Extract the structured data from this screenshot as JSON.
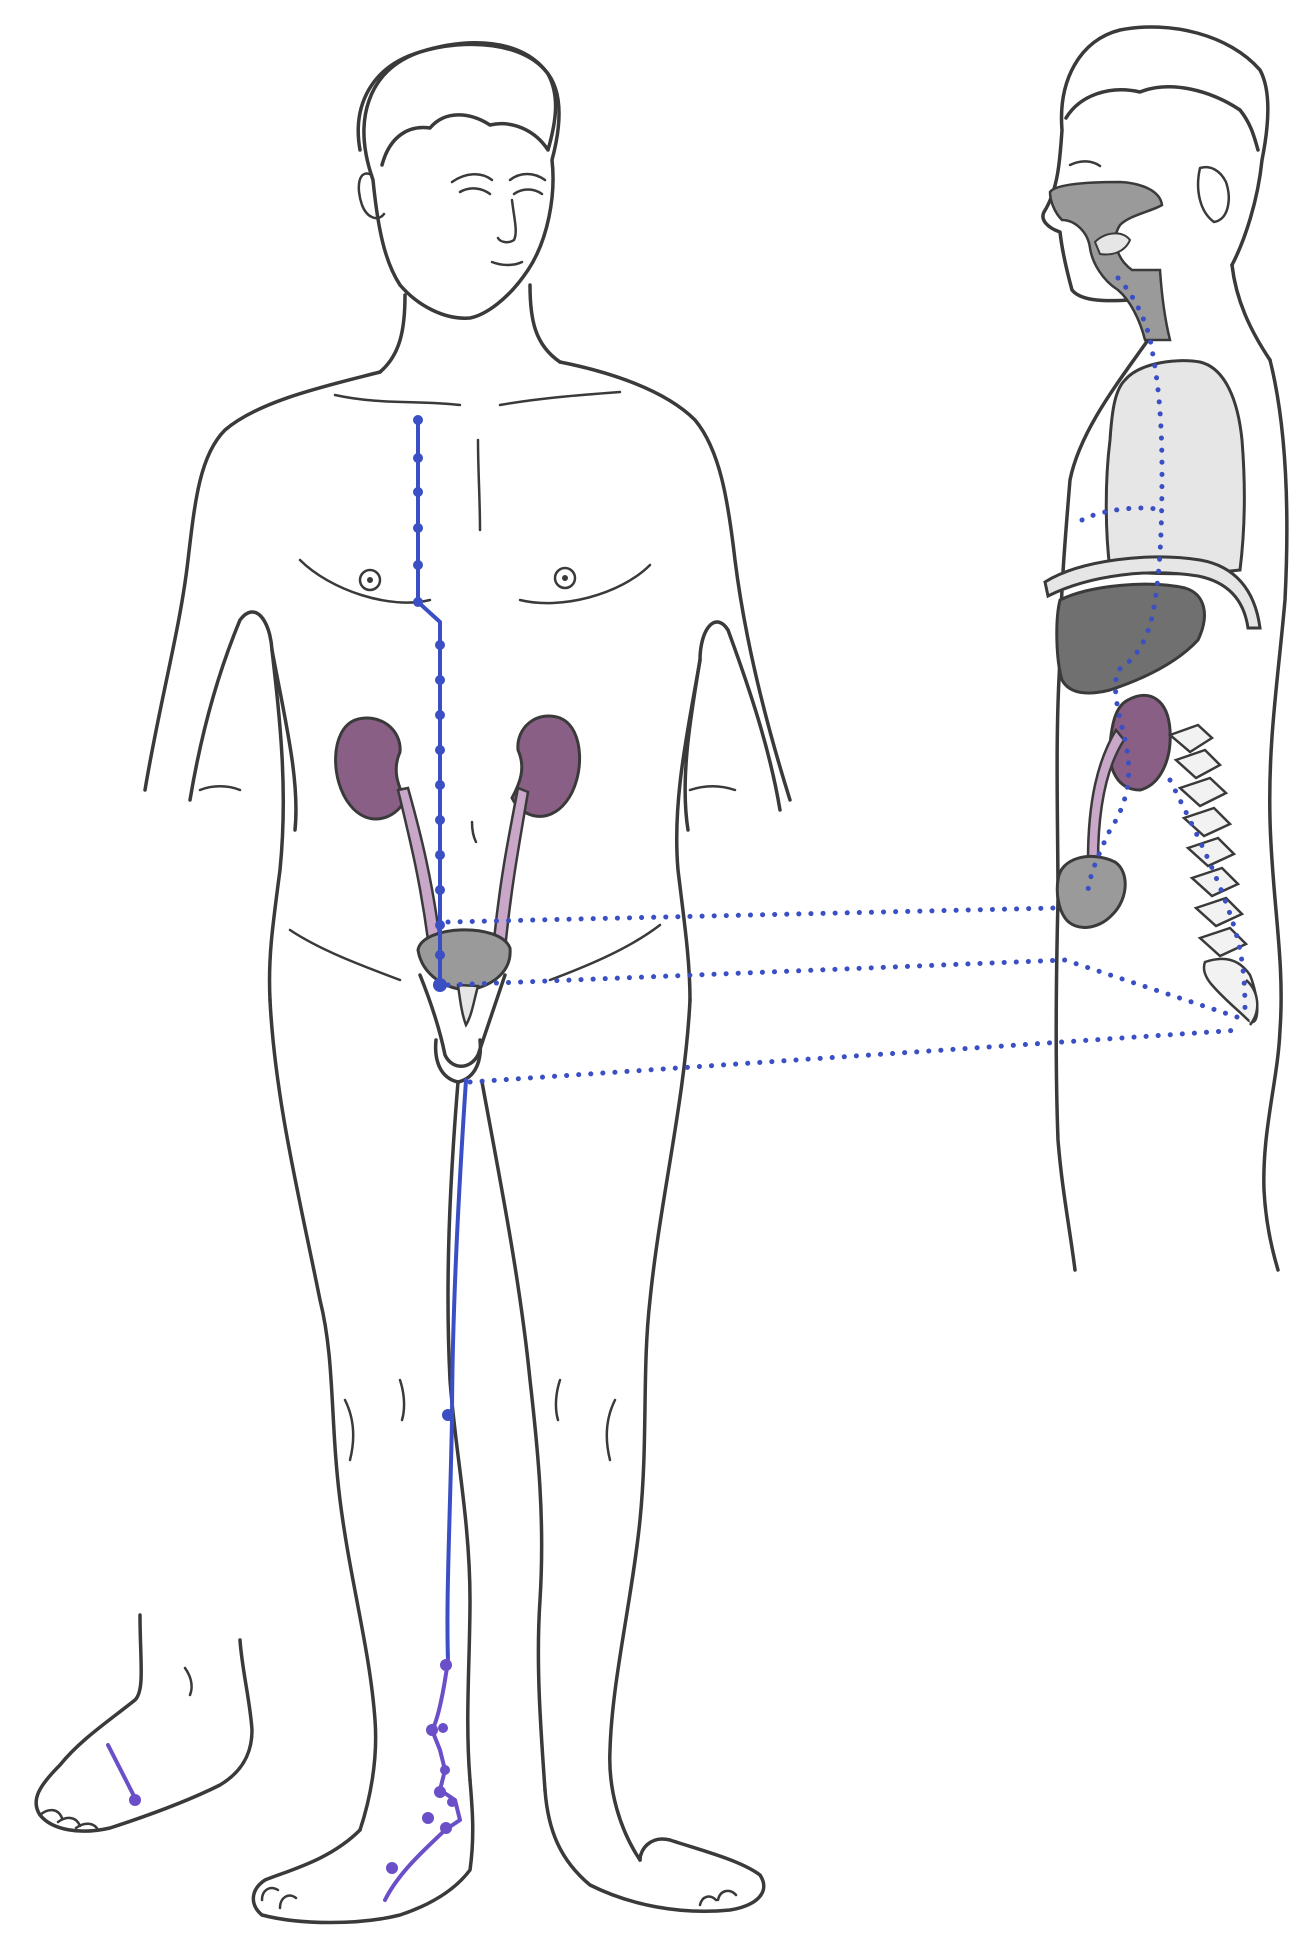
{
  "colors": {
    "background": "#ffffff",
    "outline": "#3a3a3a",
    "meridian_blue": "#3b4fc4",
    "meridian_purple": "#6a4fc8",
    "kidney": "#8a5f86",
    "ureter": "#c9a7c9",
    "organ_dark_gray": "#707070",
    "organ_mid_gray": "#9a9a9a",
    "organ_light_gray": "#e6e6e6",
    "bone": "#f2f2f2"
  },
  "figures": {
    "front_view": {
      "subject": "male-body-front",
      "features": [
        "kidneys",
        "ureters",
        "bladder",
        "meridian-line",
        "acupoints"
      ]
    },
    "side_view": {
      "subject": "male-torso-side",
      "features": [
        "nasal-cavity",
        "lung",
        "diaphragm",
        "liver",
        "kidney",
        "bladder",
        "spine"
      ]
    },
    "foot_inset": {
      "subject": "foot-medial-view",
      "features": [
        "acupoint"
      ]
    }
  }
}
